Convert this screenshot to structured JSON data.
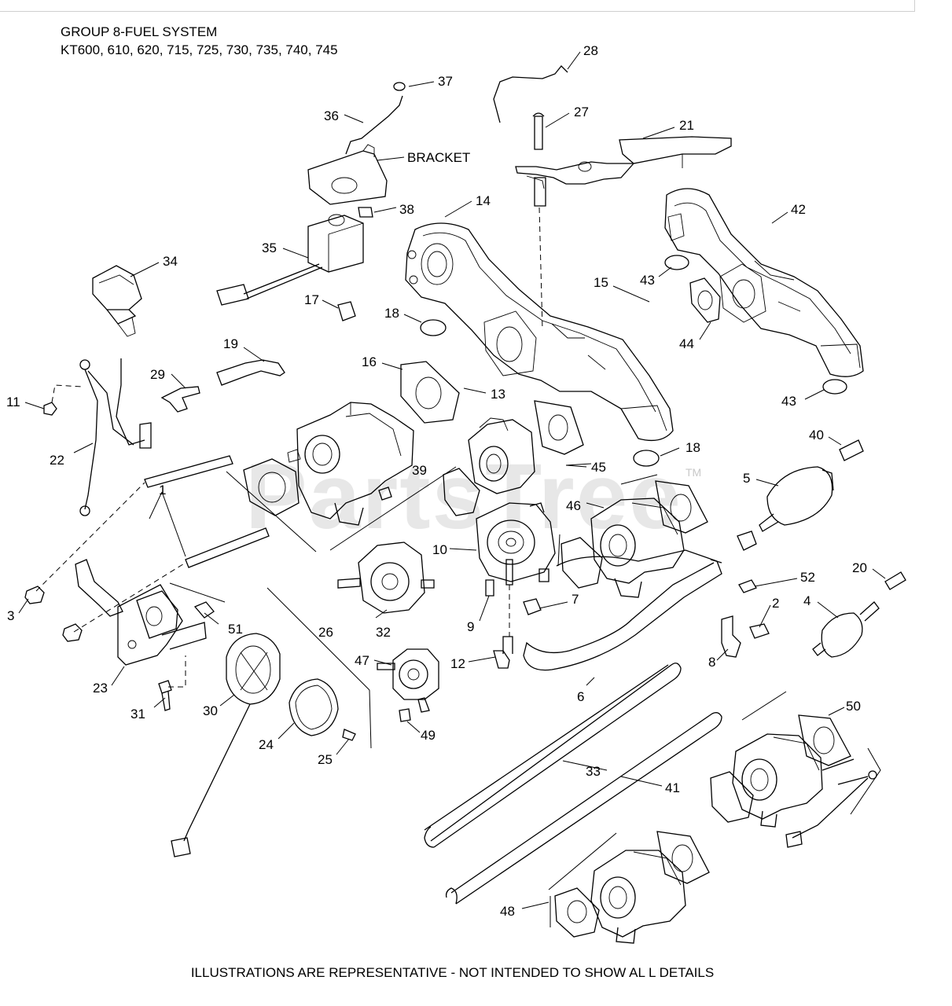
{
  "header": {
    "title": "GROUP 8-FUEL SYSTEM",
    "models": "KT600, 610, 620, 715, 725, 730, 735, 740, 745"
  },
  "watermark": {
    "text": "PartsTree",
    "trademark": "TM"
  },
  "footer": {
    "note": "ILLUSTRATIONS ARE REPRESENTATIVE - NOT INTENDED  TO SHOW AL L DETAILS"
  },
  "callouts": {
    "c1": "1",
    "c2": "2",
    "c3": "3",
    "c4": "4",
    "c5": "5",
    "c6": "6",
    "c7": "7",
    "c8": "8",
    "c9": "9",
    "c10": "10",
    "c11": "11",
    "c12": "12",
    "c13": "13",
    "c14": "14",
    "c15": "15",
    "c16": "16",
    "c17": "17",
    "c18a": "18",
    "c18b": "18",
    "c19": "19",
    "c20": "20",
    "c21": "21",
    "c22": "22",
    "c23": "23",
    "c24": "24",
    "c25": "25",
    "c26": "26",
    "c27": "27",
    "c28": "28",
    "c29": "29",
    "c30": "30",
    "c31": "31",
    "c32": "32",
    "c33": "33",
    "c34": "34",
    "c35": "35",
    "c36": "36",
    "c37": "37",
    "c38": "38",
    "c39": "39",
    "c40": "40",
    "c41": "41",
    "c42": "42",
    "c43a": "43",
    "c43b": "43",
    "c44": "44",
    "c45": "45",
    "c46": "46",
    "c47": "47",
    "c48": "48",
    "c49": "49",
    "c50": "50",
    "c51": "51",
    "c52": "52",
    "bracket": "BRACKET"
  },
  "colors": {
    "line": "#000000",
    "watermark": "#d4d4d4",
    "border": "#cfcfcf"
  }
}
